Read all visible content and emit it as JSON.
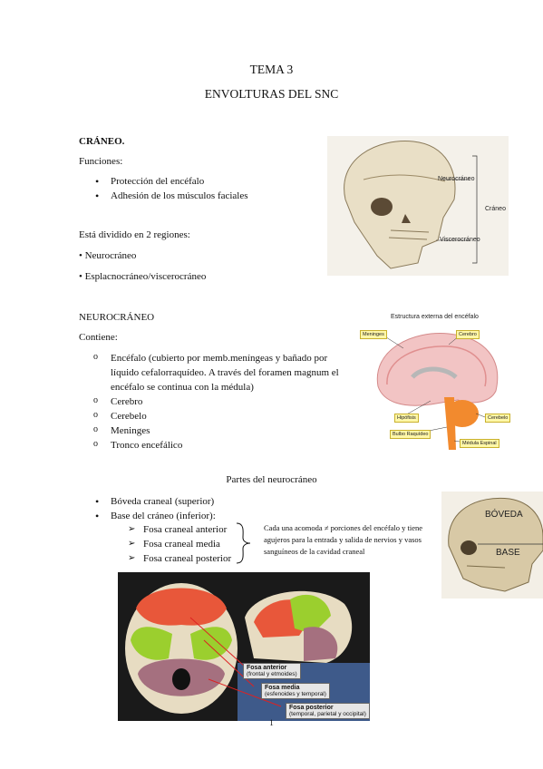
{
  "header": {
    "tema": "TEMA 3",
    "subtitle": "ENVOLTURAS DEL SNC"
  },
  "craneo": {
    "heading": "CRÁNEO.",
    "funciones_label": "Funciones:",
    "funciones": [
      "Protección del encéfalo",
      "Adhesión de los músculos faciales"
    ],
    "division_text": "Está dividido en 2 regiones:",
    "regiones": [
      "• Neurocráneo",
      "• Esplacnocráneo/viscerocráneo"
    ],
    "figure_labels": {
      "neuro": "Neurocráneo",
      "craneo": "Cráneo",
      "viscero": "Viscerocráneo"
    }
  },
  "neurocraneo": {
    "heading": "NEUROCRÁNEO",
    "contiene_label": "Contiene:",
    "items": [
      "Encéfalo (cubierto por memb.meníngeas y bañado por líquido cefalorraquídeo. A través del foramen magnum el encéfalo se continua con la médula)",
      "Cerebro",
      "Cerebelo",
      "Meninges",
      "Tronco encefálico"
    ],
    "figure": {
      "title": "Estructura externa del encéfalo",
      "tags": [
        "Meninges",
        "Cerebro",
        "Hipófisis",
        "Cerebelo",
        "Bulbo Raquídeo",
        "Médula Espinal"
      ]
    }
  },
  "partes": {
    "heading": "Partes del neurocráneo",
    "items": [
      "Bóveda craneal (superior)",
      "Base del cráneo (inferior):"
    ],
    "fosas": [
      "Fosa craneal anterior",
      "Fosa craneal media",
      "Fosa craneal posterior"
    ],
    "note": "Cada una acomoda ≠ porciones del encéfalo y tiene agujeros para la entrada y salida de nervios y vasos sanguíneos de la cavidad craneal",
    "skull_labels": {
      "boveda": "BÓVEDA",
      "base": "BASE"
    },
    "fossa_plates": [
      {
        "name": "Fosa anterior",
        "detail": "(frontal y etmoides)"
      },
      {
        "name": "Fosa media",
        "detail": "(esfenoides y temporal)"
      },
      {
        "name": "Fosa posterior",
        "detail": "(temporal, parietal y occipital)"
      }
    ]
  },
  "footer": {
    "page": "1"
  },
  "colors": {
    "fossa_anterior": "#e8573a",
    "fossa_media": "#9bcf2e",
    "fossa_posterior": "#a5707f",
    "bone": "#e7dcc2"
  }
}
